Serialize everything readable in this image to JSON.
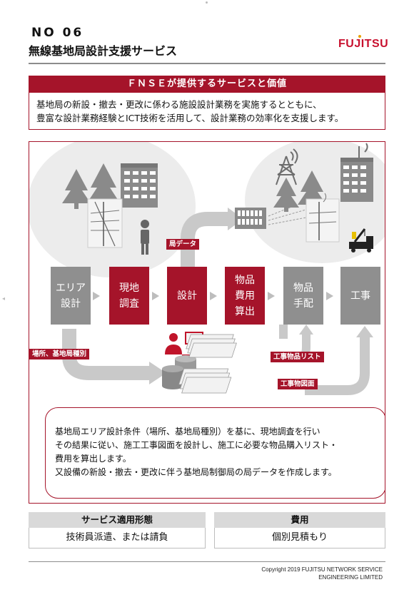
{
  "header": {
    "doc_number": "NO 06",
    "title": "無線基地局設計支援サービス",
    "logo_text": "FUJITSU"
  },
  "fnse": {
    "heading": "ＦＮＳＥが提供するサービスと価値",
    "line1": "基地局の新設・撤去・更改に係わる施設設計業務を実施するとともに、",
    "line2": "豊富な設計業務経験とICT技術を活用して、設計業務の効率化を支援します。"
  },
  "flow": {
    "steps": [
      {
        "label": "エリア\n設計",
        "style": "gray"
      },
      {
        "label": "現地\n調査",
        "style": "red"
      },
      {
        "label": "設計",
        "style": "red"
      },
      {
        "label": "物品\n費用\n算出",
        "style": "red"
      },
      {
        "label": "物品\n手配",
        "style": "gray"
      },
      {
        "label": "工事",
        "style": "gray"
      }
    ],
    "tags": {
      "station_data": "局データ",
      "location_type": "場所、基地局種別",
      "parts_list": "工事物品リスト",
      "drawing": "工事物図面"
    }
  },
  "description": {
    "line1": "基地局エリア設計条件（場所、基地局種別）を基に、現地調査を行い",
    "line2": "その結果に従い、施工工事図面を設計し、施工に必要な物品購入リスト・",
    "line3": "費用を算出します。",
    "line4": "又設備の新設・撤去・更改に伴う基地局制御局の局データを作成します。"
  },
  "service_form": {
    "heading": "サービス適用形態",
    "value": "技術員派遣、または請負"
  },
  "cost": {
    "heading": "費用",
    "value": "個別見積もり"
  },
  "footer": {
    "copyright": "Copyright 2019 FUJITSU  NETWORK  SERVICE\nENGINEERING  LIMITED"
  },
  "colors": {
    "accent": "#a5142a",
    "flow_gray": "#8f8f8f",
    "logo_red": "#c8102e"
  },
  "icons": [
    "tree-icon",
    "building-icon",
    "antenna-icon",
    "person-phone-icon",
    "server-icon",
    "transmission-tower-icon",
    "crane-truck-icon",
    "engineer-pc-icon",
    "database-icon",
    "document-stack-icon"
  ]
}
